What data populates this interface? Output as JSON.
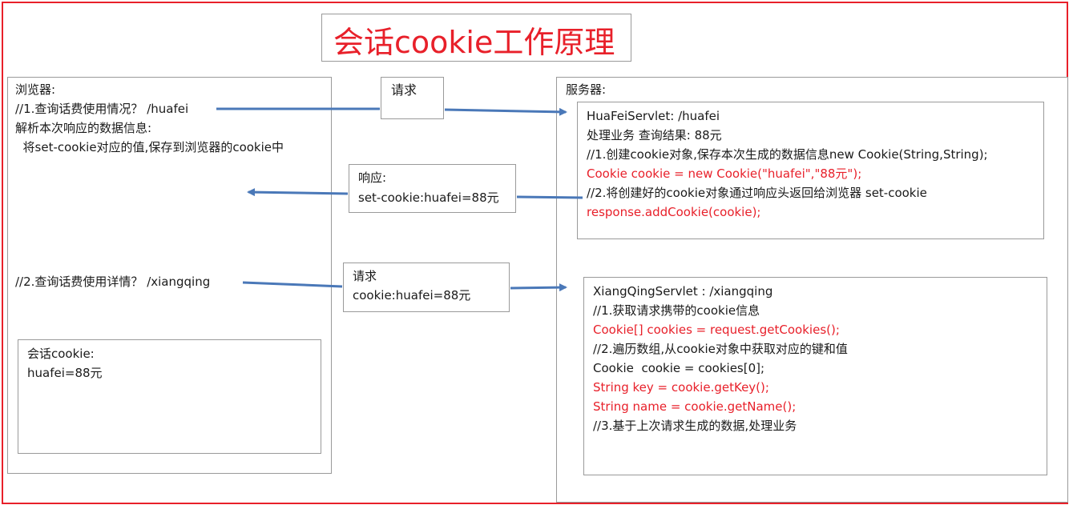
{
  "title": "会话cookie工作原理",
  "browser": {
    "label": "浏览器:",
    "lines": [
      "//1.查询话费使用情况？ /huafei",
      "解析本次响应的数据信息:",
      "  将set-cookie对应的值,保存到浏览器的cookie中"
    ],
    "query2": "//2.查询话费使用详情？  /xiangqing",
    "session_cookie": {
      "label": "会话cookie:",
      "value": "huafei=88元"
    }
  },
  "server": {
    "label": "服务器:"
  },
  "request1": {
    "label": "请求"
  },
  "response": {
    "label": "响应:",
    "value": "set-cookie:huafei=88元"
  },
  "request2": {
    "label": "请求",
    "value": "cookie:huafei=88元"
  },
  "huafei_servlet": {
    "lines": [
      {
        "text": "HuaFeiServlet: /huafei",
        "red": false
      },
      {
        "text": "处理业务 查询结果: 88元",
        "red": false
      },
      {
        "text": "//1.创建cookie对象,保存本次生成的数据信息new Cookie(String,String);",
        "red": false
      },
      {
        "text": "Cookie cookie = new Cookie(\"huafei\",\"88元\");",
        "red": true
      },
      {
        "text": "//2.将创建好的cookie对象通过响应头返回给浏览器  set-cookie",
        "red": false
      },
      {
        "text": "response.addCookie(cookie);",
        "red": true
      }
    ]
  },
  "xiangqing_servlet": {
    "lines": [
      {
        "text": "XiangQingServlet : /xiangqing",
        "red": false
      },
      {
        "text": "//1.获取请求携带的cookie信息",
        "red": false
      },
      {
        "text": "Cookie[] cookies = request.getCookies();",
        "red": true
      },
      {
        "text": "//2.遍历数组,从cookie对象中获取对应的键和值",
        "red": false
      },
      {
        "text": "Cookie  cookie = cookies[0];",
        "red": false
      },
      {
        "text": "String key = cookie.getKey();",
        "red": true
      },
      {
        "text": "String name = cookie.getName();",
        "red": true
      },
      {
        "text": "//3.基于上次请求生成的数据,处理业务",
        "red": false
      }
    ]
  },
  "colors": {
    "frame": "#e8202a",
    "arrow": "#4a78b8",
    "code_red": "#e8202a",
    "border": "#9a9a9a"
  }
}
